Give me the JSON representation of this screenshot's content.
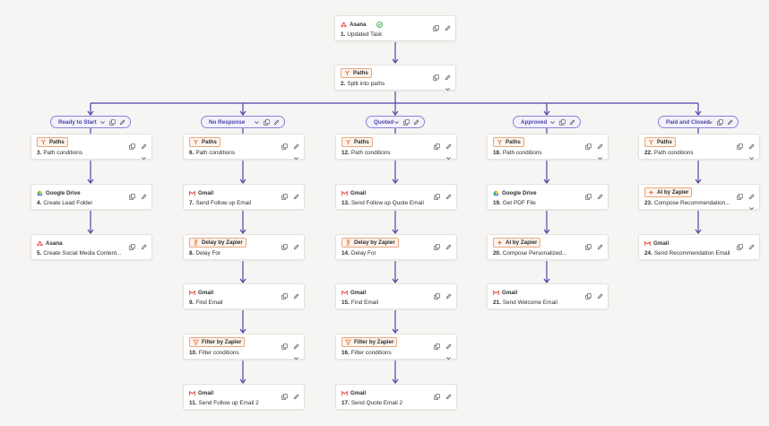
{
  "colors": {
    "background": "#f6f5f3",
    "connector": "#4b45a8",
    "path_accent": "#8a84d8",
    "badge": "#e7a77e"
  },
  "trigger": {
    "app": "Asana",
    "step": "1.",
    "title": "Updated Task",
    "icons": [
      "asana-icon",
      "check-circle-icon",
      "copy-icon",
      "pencil-icon"
    ]
  },
  "split": {
    "app": "Paths",
    "step": "2.",
    "title": "Split into paths"
  },
  "paths": [
    {
      "label": "Ready to Start",
      "steps": [
        {
          "app": "Paths",
          "num": "3.",
          "title": "Path conditions",
          "icon": "paths-icon"
        },
        {
          "app": "Google Drive",
          "num": "4.",
          "title": "Create Lead Folder",
          "icon": "google-drive-icon"
        },
        {
          "app": "Asana",
          "num": "5.",
          "title": "Create Social Media Content...",
          "icon": "asana-icon"
        }
      ]
    },
    {
      "label": "No Response",
      "steps": [
        {
          "app": "Paths",
          "num": "6.",
          "title": "Path conditions",
          "icon": "paths-icon"
        },
        {
          "app": "Gmail",
          "num": "7.",
          "title": "Send Follow up Email",
          "icon": "gmail-icon"
        },
        {
          "app": "Delay by Zapier",
          "num": "8.",
          "title": "Delay For",
          "icon": "delay-icon"
        },
        {
          "app": "Gmail",
          "num": "9.",
          "title": "Find Email",
          "icon": "gmail-icon"
        },
        {
          "app": "Filter by Zapier",
          "num": "10.",
          "title": "Filter conditions",
          "icon": "filter-icon"
        },
        {
          "app": "Gmail",
          "num": "11.",
          "title": "Send Follow up Email 2",
          "icon": "gmail-icon"
        }
      ]
    },
    {
      "label": "Quoted",
      "steps": [
        {
          "app": "Paths",
          "num": "12.",
          "title": "Path conditions",
          "icon": "paths-icon"
        },
        {
          "app": "Gmail",
          "num": "13.",
          "title": "Send Follow up Quote Email",
          "icon": "gmail-icon"
        },
        {
          "app": "Delay by Zapier",
          "num": "14.",
          "title": "Delay For",
          "icon": "delay-icon"
        },
        {
          "app": "Gmail",
          "num": "15.",
          "title": "Find Email",
          "icon": "gmail-icon"
        },
        {
          "app": "Filter by Zapier",
          "num": "16.",
          "title": "Filter conditions",
          "icon": "filter-icon"
        },
        {
          "app": "Gmail",
          "num": "17.",
          "title": "Send Quote Email 2",
          "icon": "gmail-icon"
        }
      ]
    },
    {
      "label": "Approved",
      "steps": [
        {
          "app": "Paths",
          "num": "18.",
          "title": "Path conditions",
          "icon": "paths-icon"
        },
        {
          "app": "Google Drive",
          "num": "19.",
          "title": "Get PDF File",
          "icon": "google-drive-icon"
        },
        {
          "app": "AI by Zapier",
          "num": "20.",
          "title": "Compose Personalized...",
          "icon": "ai-icon"
        },
        {
          "app": "Gmail",
          "num": "21.",
          "title": "Send Welcome Email",
          "icon": "gmail-icon"
        }
      ]
    },
    {
      "label": "Paid and Closed",
      "steps": [
        {
          "app": "Paths",
          "num": "22.",
          "title": "Path conditions",
          "icon": "paths-icon"
        },
        {
          "app": "AI by Zapier",
          "num": "23.",
          "title": "Compose Recommendation...",
          "icon": "ai-icon"
        },
        {
          "app": "Gmail",
          "num": "24.",
          "title": "Send Recommendation Email",
          "icon": "gmail-icon"
        }
      ]
    }
  ]
}
